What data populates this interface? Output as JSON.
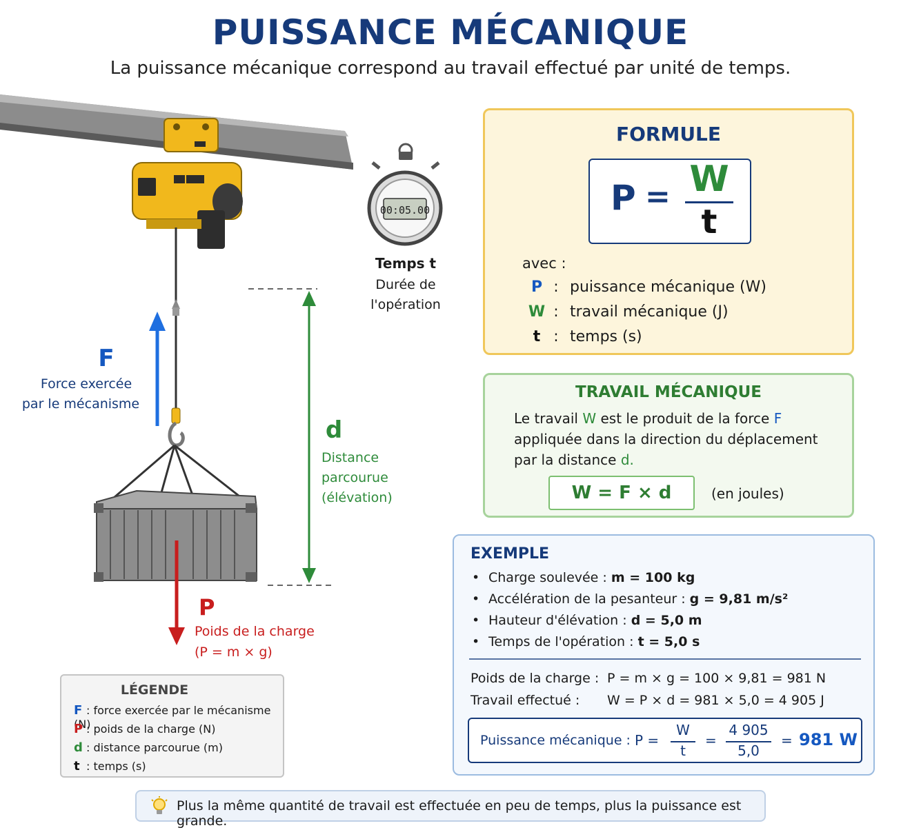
{
  "header": {
    "title": "PUISSANCE MÉCANIQUE",
    "subtitle": "La puissance mécanique correspond au travail effectué par unité de temps."
  },
  "colors": {
    "navy": "#163a7a",
    "blue": "#1558c0",
    "green": "#2e8b3a",
    "red": "#c81e1e",
    "hoist_yellow": "#f1b81c",
    "formula_bg": "#fdf5dc",
    "work_bg": "#f3f9ef",
    "example_bg": "#f4f8fd"
  },
  "illustration": {
    "stopwatch_display": "00:05.00",
    "timer_label": "Temps t",
    "timer_desc_line1": "Durée de",
    "timer_desc_line2": "l'opération",
    "force_symbol": "F",
    "force_desc_line1": "Force exercée",
    "force_desc_line2": "par le mécanisme",
    "distance_symbol": "d",
    "distance_desc_line1": "Distance",
    "distance_desc_line2": "parcourue",
    "distance_desc_line3": "(élévation)",
    "weight_symbol": "P",
    "weight_desc_line1": "Poids de la charge",
    "weight_desc_line2": "(P = m × g)"
  },
  "formula": {
    "title": "FORMULE",
    "lhs": "P",
    "equals": "=",
    "numerator": "W",
    "denominator": "t",
    "intro": "avec :",
    "definitions": [
      {
        "symbol": "P",
        "colon": ":",
        "text": "puissance mécanique (W)"
      },
      {
        "symbol": "W",
        "colon": ":",
        "text": "travail mécanique (J)"
      },
      {
        "symbol": "t",
        "colon": ":",
        "text": "temps (s)"
      }
    ]
  },
  "work": {
    "title": "TRAVAIL MÉCANIQUE",
    "text_1": "Le travail ",
    "sym_w": "W",
    "text_2": " est le produit de la force ",
    "sym_f": "F",
    "text_3": "appliquée dans la direction du déplacement",
    "text_4": "par la distance ",
    "sym_d": "d.",
    "formula": "W = F × d",
    "unit": "(en joules)"
  },
  "example": {
    "title": "EXEMPLE",
    "bullet": "•",
    "items": [
      {
        "label": "Charge soulevée : ",
        "value": "m = 100 kg"
      },
      {
        "label": "Accélération de la pesanteur : ",
        "value": "g = 9,81 m/s²"
      },
      {
        "label": "Hauteur d'élévation : ",
        "value": "d = 5,0 m"
      },
      {
        "label": "Temps de l'opération : ",
        "value": "t = 5,0 s"
      }
    ],
    "calcs": [
      {
        "label": "Poids de la charge :",
        "value": "P = m × g = 100 × 9,81 = 981 N"
      },
      {
        "label": "Travail effectué :",
        "value": "W = P × d = 981 × 5,0 = 4 905 J"
      }
    ],
    "result": {
      "label": "Puissance mécanique :",
      "lhs": "P =",
      "frac1_num": "W",
      "frac1_den": "t",
      "eq": "=",
      "frac2_num": "4 905",
      "frac2_den": "5,0",
      "eq2": "=",
      "value": "981 W"
    }
  },
  "legend": {
    "title": "LÉGENDE",
    "items": [
      {
        "symbol": "F",
        "text": ": force exercée par le mécanisme (N)"
      },
      {
        "symbol": "P",
        "text": ": poids de la charge (N)"
      },
      {
        "symbol": "d",
        "text": ": distance parcourue (m)"
      },
      {
        "symbol": "t",
        "text": ": temps (s)"
      }
    ]
  },
  "tip": {
    "icon": "lightbulb-icon",
    "text": "Plus la même quantité de travail est effectuée en peu de temps, plus la puissance est grande."
  }
}
